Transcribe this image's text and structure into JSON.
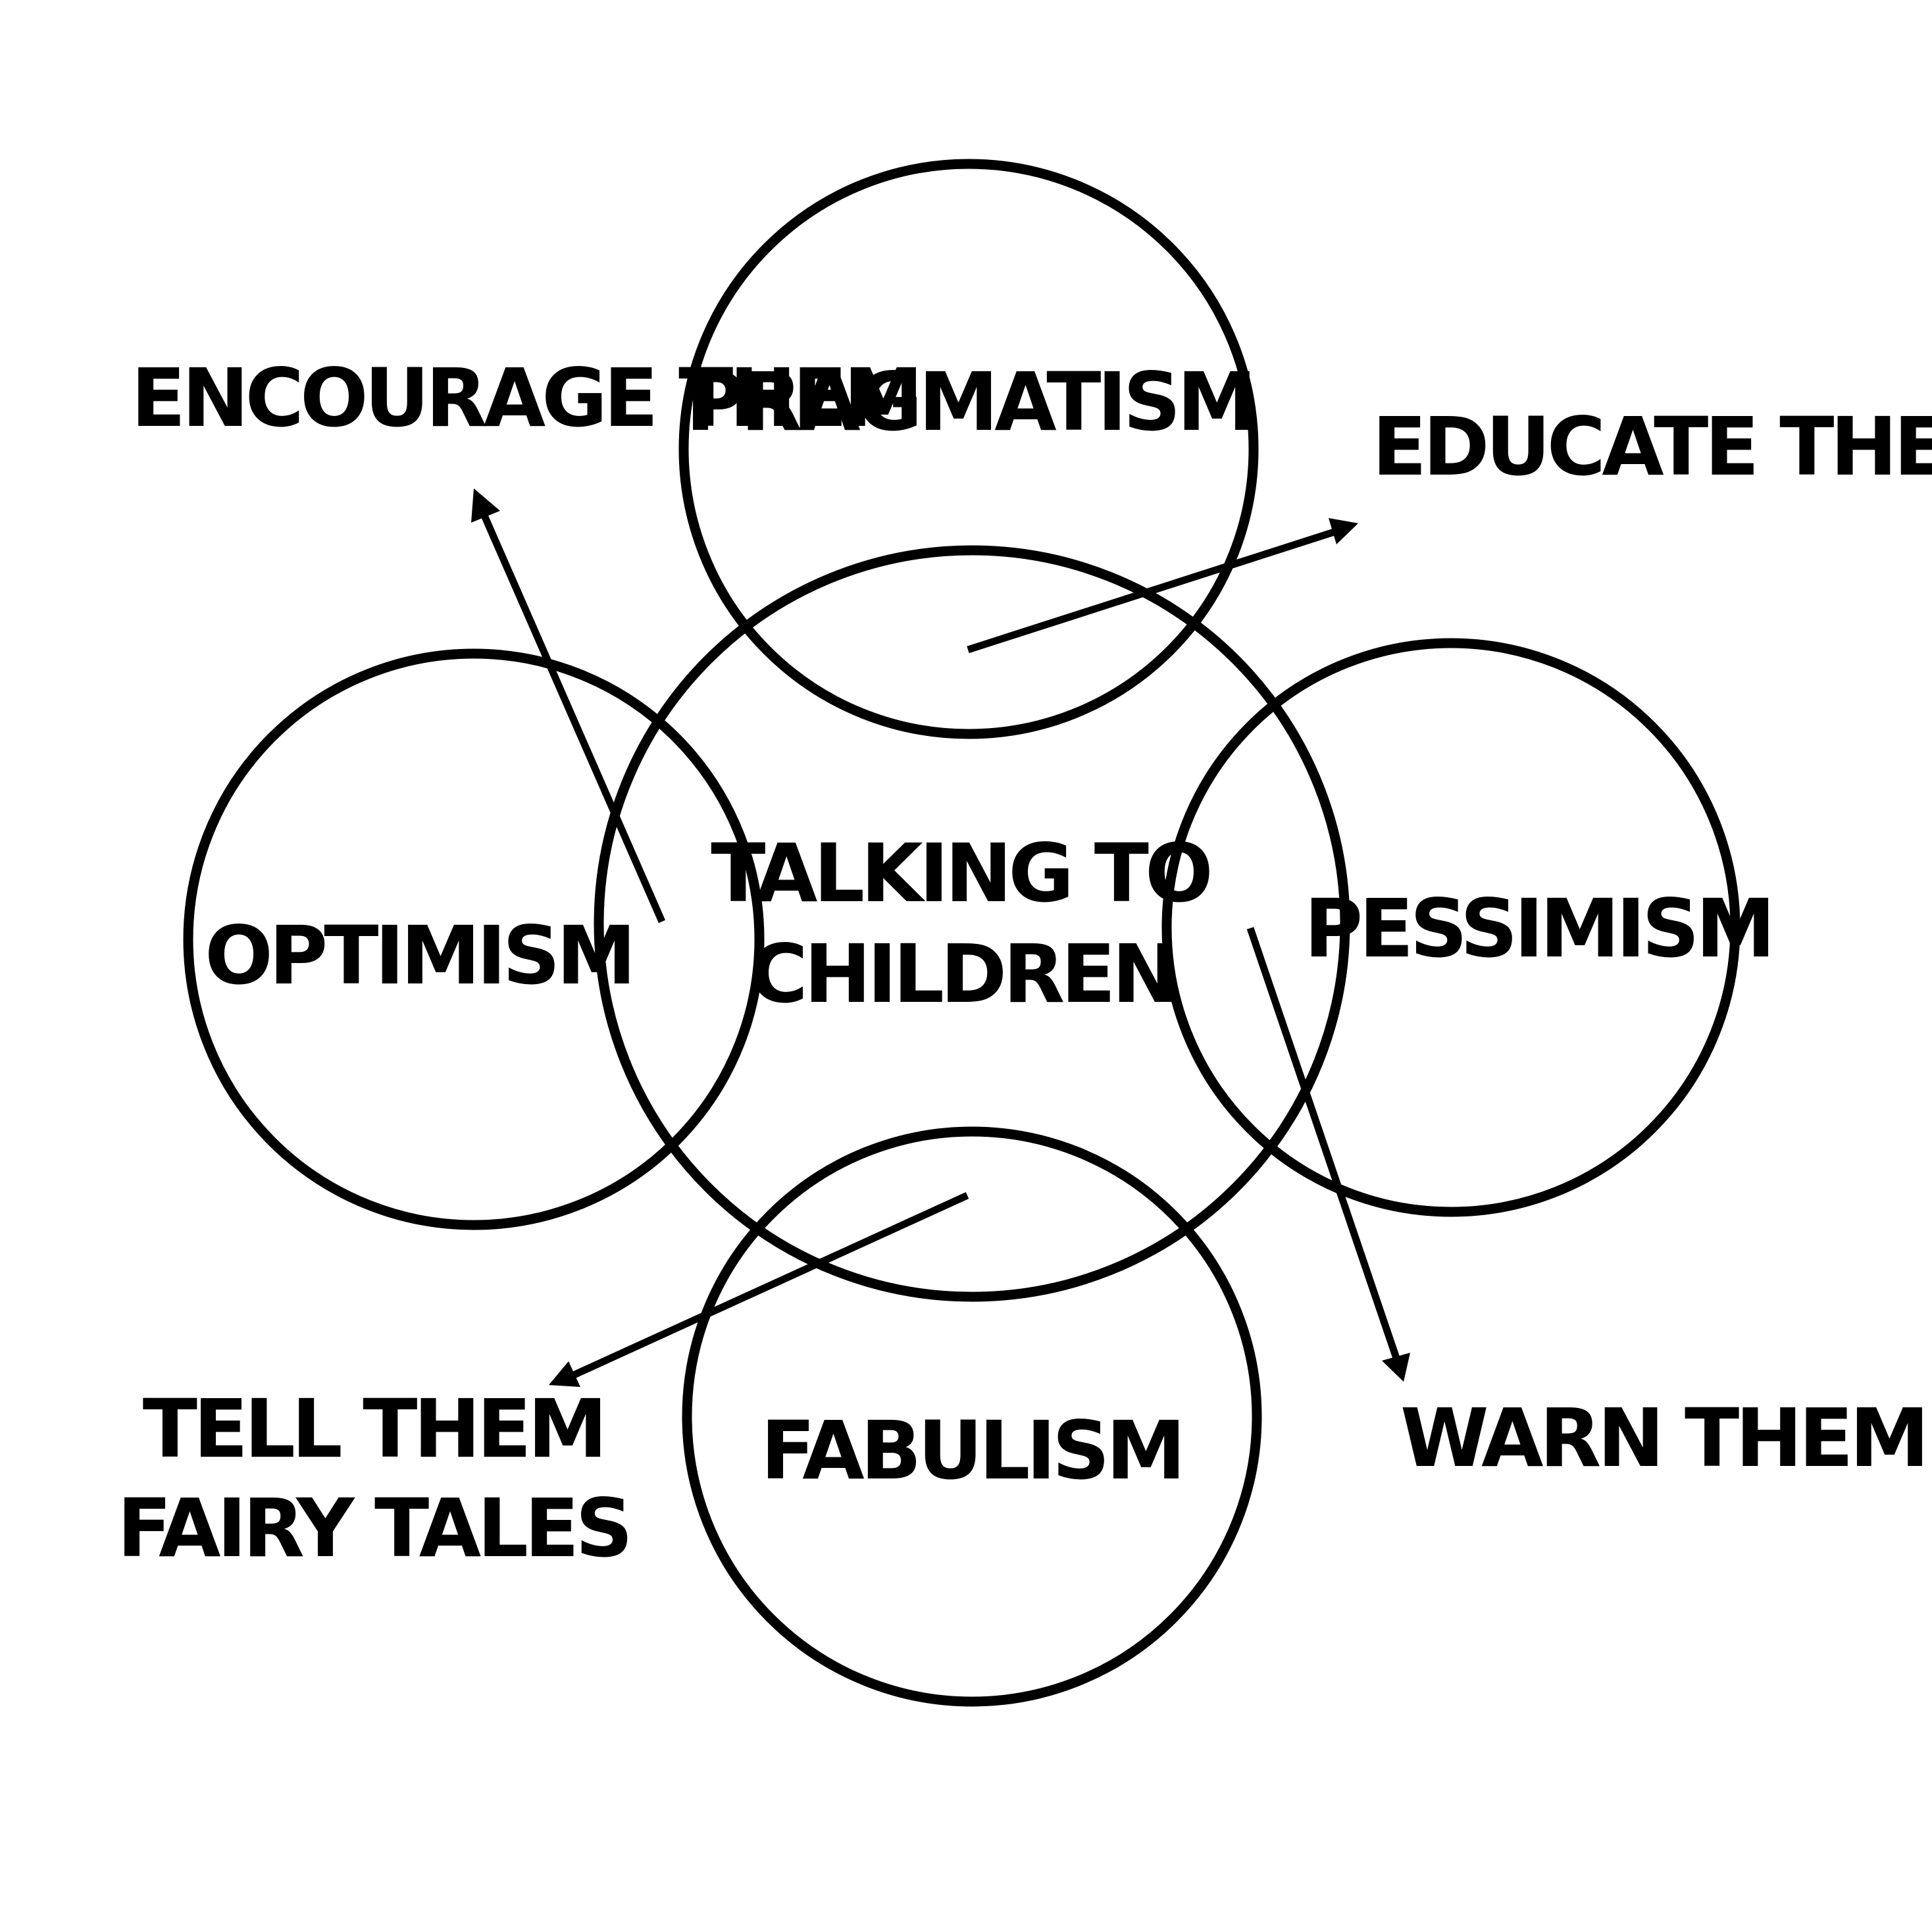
{
  "center": {
    "line1": "TALKING TO",
    "line2": "CHILDREN"
  },
  "circles": {
    "top": "PRAGMATISM",
    "left": "OPTIMISM",
    "right": "PESSIMISM",
    "bottom": "FABULISM"
  },
  "outcomes": {
    "top_left": "ENCOURAGE THEM",
    "top_right": "EDUCATE THEM",
    "bottom_right": "WARN THEM",
    "bottom_left_line1": "TELL THEM",
    "bottom_left_line2": "FAIRY TALES"
  },
  "colors": {
    "stroke": "#000000",
    "background": "#ffffff"
  }
}
